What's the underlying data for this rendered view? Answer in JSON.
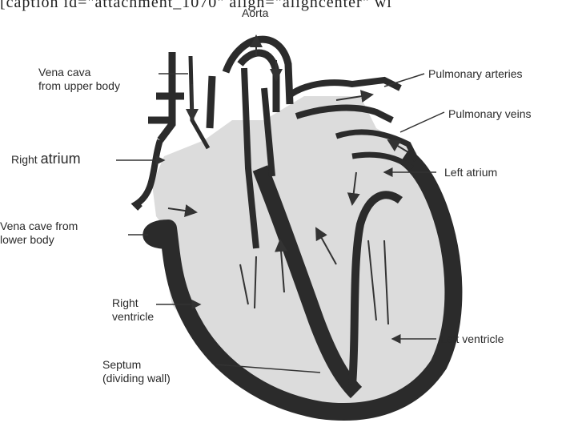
{
  "caption": "[caption id=\"attachment_1070\" align=\"aligncenter\" wi",
  "labels": {
    "aorta": "Aorta",
    "vena_cava_upper_1": "Vena cava",
    "vena_cava_upper_2": "from upper body",
    "right_atrium_a": "Right",
    "right_atrium_b": "atrium",
    "vena_cava_lower_1": "Vena cave from",
    "vena_cava_lower_2": "lower body",
    "right_ventricle_1": "Right",
    "right_ventricle_2": "ventricle",
    "septum_1": "Septum",
    "septum_2": "(dividing wall)",
    "pulmonary_arteries": "Pulmonary arteries",
    "pulmonary_veins": "Pulmonary veins",
    "left_atrium": "Left atrium",
    "left_ventricle": "Left ventricle"
  },
  "colors": {
    "wall": "#2b2b2b",
    "chamber": "#dcdcdc",
    "line": "#333333"
  }
}
